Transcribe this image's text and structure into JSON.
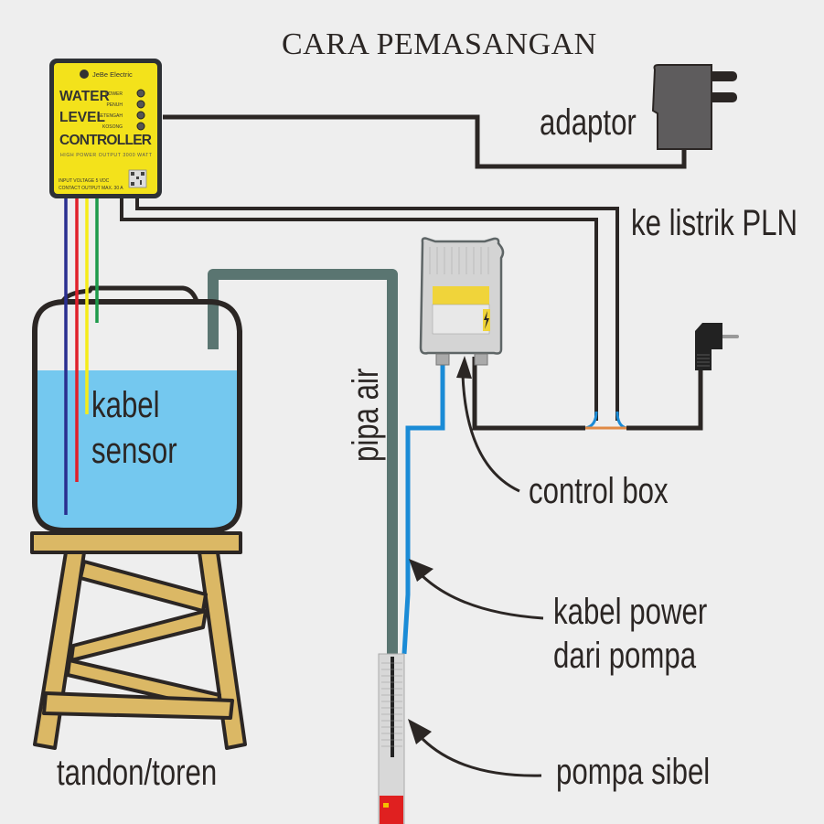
{
  "title": "CARA PEMASANGAN",
  "labels": {
    "adaptor": "adaptor",
    "ke_listrik_pln": "ke listrik PLN",
    "kabel_sensor": [
      "kabel",
      "sensor"
    ],
    "pipa_air": "pipa air",
    "control_box": "control box",
    "kabel_power": [
      "kabel power",
      "dari pompa"
    ],
    "pompa_sibel": "pompa sibel",
    "tandon_toren": "tandon/toren"
  },
  "controller": {
    "brand": "JeBe Electric",
    "name_lines": [
      "WATER",
      "LEVEL",
      "CONTROLLER"
    ],
    "subtitle": "HIGH POWER OUTPUT 3000 WATT",
    "indicators": [
      "POWER",
      "PENUH",
      "SETENGAH",
      "KOSONG"
    ],
    "spec_lines": [
      "INPUT VOLTAGE 5 VDC",
      "CONTACT OUTPUT MAX. 30 A"
    ]
  },
  "colors": {
    "background": "#eeeeee",
    "outline": "#2b2624",
    "controller_body": "#f3e21b",
    "water": "#74c8ef",
    "pipe": "#5a7571",
    "stand_wood": "#dbb865",
    "pump_cable": "#1a8bd6",
    "sensor_wires": [
      "#2a2f8f",
      "#e0202a",
      "#f5ec1a",
      "#1d9a4a"
    ]
  }
}
